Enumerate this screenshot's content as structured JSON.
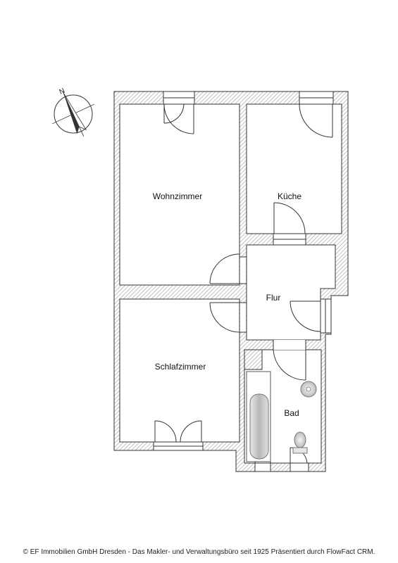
{
  "rooms": {
    "wohnzimmer": "Wohnzimmer",
    "kueche": "Küche",
    "flur": "Flur",
    "schlafzimmer": "Schlafzimmer",
    "bad": "Bad"
  },
  "compass": {
    "north_label": "N",
    "icon": "compass-north-arrow-icon"
  },
  "footer": {
    "text": "© EF Immobilien GmbH Dresden - Das Makler- und Verwaltungsbüro seit 1925 Präsentiert durch FlowFact CRM."
  },
  "colors": {
    "wall_outline": "#333333",
    "wall_hatch": "#9a9a9a",
    "window_fill": "#ffffff",
    "background": "#ffffff"
  }
}
